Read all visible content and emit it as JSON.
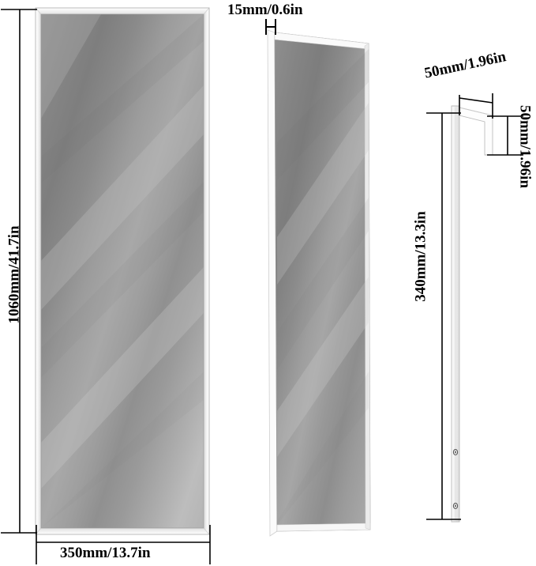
{
  "diagram": {
    "title": "Full length mirror dimension drawing",
    "background_color": "#ffffff",
    "line_color": "#000000",
    "frame_color": "#f2f2f2",
    "glass_color": "#8c8c8c"
  },
  "views": {
    "front": {
      "name": "front-view-mirror",
      "height_label": "1060mm/41.7in",
      "width_label": "350mm/13.7in"
    },
    "angled": {
      "name": "angled-view-mirror",
      "thickness_label": "15mm/0.6in"
    },
    "bracket": {
      "name": "mounting-bracket-detail",
      "hook_depth_label": "50mm/1.96in",
      "hook_drop_label": "50mm/1.96in",
      "bracket_height_label": "340mm/13.3in"
    }
  },
  "labels": [
    {
      "id": "height-left",
      "text": "1060mm/41.7in"
    },
    {
      "id": "width-bottom",
      "text": "350mm/13.7in"
    },
    {
      "id": "thickness-top",
      "text": "15mm/0.6in"
    },
    {
      "id": "depth-diagonal",
      "text": "50mm/1.96in"
    },
    {
      "id": "depth-right",
      "text": "50mm/1.96in"
    },
    {
      "id": "bracket-height",
      "text": "340mm/13.3in"
    }
  ]
}
